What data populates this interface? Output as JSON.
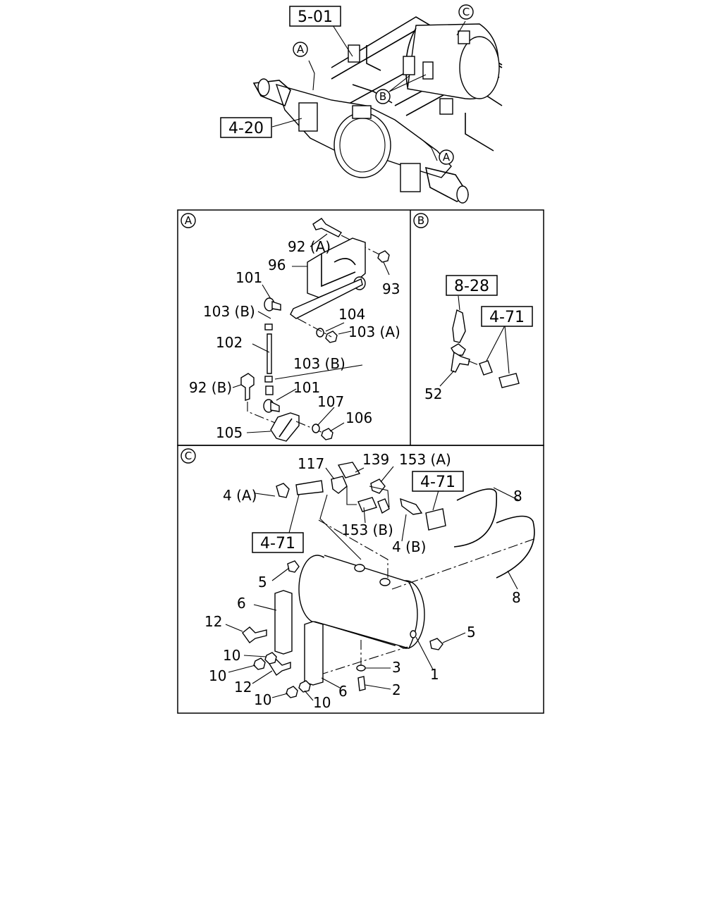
{
  "refs": {
    "r501": "5-01",
    "r420": "4-20",
    "r828": "8-28",
    "r471": "4-71"
  },
  "circles": {
    "A": "A",
    "B": "B",
    "C": "C"
  },
  "parts": {
    "p92a": "92 (A)",
    "p92b": "92 (B)",
    "p93": "93",
    "p96": "96",
    "p101": "101",
    "p102": "102",
    "p103a": "103 (A)",
    "p103b": "103 (B)",
    "p104": "104",
    "p105": "105",
    "p106": "106",
    "p107": "107",
    "p52": "52",
    "p117": "117",
    "p139": "139",
    "p153a": "153 (A)",
    "p153b": "153 (B)",
    "p4a": "4 (A)",
    "p4b": "4 (B)",
    "p1": "1",
    "p2": "2",
    "p3": "3",
    "p5": "5",
    "p6": "6",
    "p8": "8",
    "p10": "10",
    "p12": "12"
  }
}
